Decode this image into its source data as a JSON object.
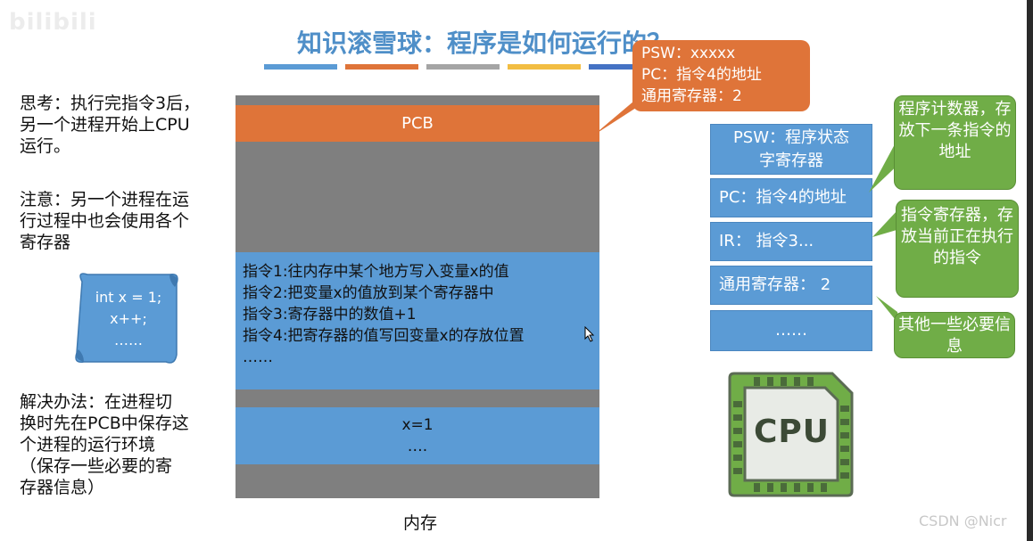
{
  "watermark": "bilibili",
  "title": "知识滚雪球：程序是如何运行的？",
  "colors": {
    "title": "#4f8fc8",
    "orange": "#df7439",
    "blue": "#5b9bd5",
    "green": "#70ad47",
    "gray": "#7f7f7f",
    "title_bars": [
      "#5b9bd5",
      "#df7439",
      "#a5a5a5",
      "#f2bd42",
      "#4472c4"
    ]
  },
  "left_notes": {
    "think": [
      "思考：执行完指令3后，",
      "另一个进程开始上CPU",
      "运行。"
    ],
    "note": [
      "注意：另一个进程在运",
      "行过程中也会使用各个",
      "寄存器"
    ],
    "scroll_code": [
      "int x = 1;",
      "x++;",
      "……"
    ],
    "solution": [
      "解决办法：在进程切",
      "换时先在PCB中保存这",
      "个进程的运行环境",
      "（保存一些必要的寄",
      "存器信息）"
    ]
  },
  "memory": {
    "pcb_label": "PCB",
    "instructions": [
      "指令1:往内存中某个地方写入变量x的值",
      "指令2:把变量x的值放到某个寄存器中",
      "指令3:寄存器中的数值+1",
      "指令4:把寄存器的值写回变量x的存放位置",
      "……"
    ],
    "data_lines": [
      "x=1",
      "…."
    ],
    "label": "内存"
  },
  "pcb_callout": [
    "PSW：xxxxx",
    "PC：指令4的地址",
    "通用寄存器：2"
  ],
  "registers": [
    {
      "label": "PSW：程序状态\n字寄存器"
    },
    {
      "label": "PC：指令4的地址"
    },
    {
      "label": "IR：  指令3..."
    },
    {
      "label": "通用寄存器：  2"
    },
    {
      "label": "……"
    }
  ],
  "green_notes": {
    "pc": "程序计数器，存放下一条指令的地址",
    "ir": "指令寄存器，存放当前正在执行的指令",
    "other": "其他一些必要信息"
  },
  "cpu_chip": "CPU",
  "csdn_watermark": "CSDN @Nicr"
}
